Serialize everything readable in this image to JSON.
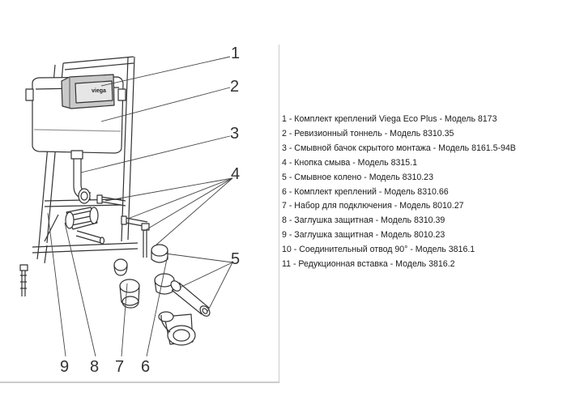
{
  "brand": {
    "logo_text": "viega"
  },
  "callouts": {
    "c1": "1",
    "c2": "2",
    "c3": "3",
    "c4": "4",
    "c5": "5",
    "c6": "6",
    "c7": "7",
    "c8": "8",
    "c9": "9"
  },
  "legend": [
    "1 - Комплект креплений Viega Eco Plus - Модель 8173",
    "2 - Ревизионный тоннель - Модель 8310.35",
    "3 - Смывной бачок скрытого монтажа - Модель 8161.5-94В",
    "4 - Кнопка смыва - Модель 8315.1",
    "5 - Смывное колено - Модель 8310.23",
    "6 - Комплект креплений - Модель 8310.66",
    "7 - Набор для подключения - Модель 8010.27",
    "8 - Заглушка защитная - Модель 8310.39",
    "9 - Заглушка защитная - Модель 8010.23",
    "10 - Соединительный отвод 90° - Модель 3816.1",
    "11 - Редукционная вставка - Модель 3816.2"
  ]
}
